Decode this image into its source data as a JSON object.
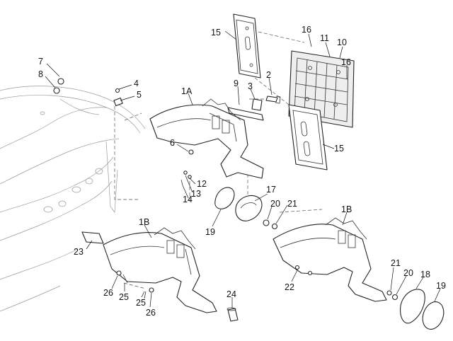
{
  "diagram": {
    "callouts": [
      {
        "id": "c-15-top",
        "label": "15"
      },
      {
        "id": "c-16-top",
        "label": "16"
      },
      {
        "id": "c-11",
        "label": "11"
      },
      {
        "id": "c-10",
        "label": "10"
      },
      {
        "id": "c-16-right",
        "label": "16"
      },
      {
        "id": "c-7",
        "label": "7"
      },
      {
        "id": "c-8",
        "label": "8"
      },
      {
        "id": "c-4",
        "label": "4"
      },
      {
        "id": "c-5",
        "label": "5"
      },
      {
        "id": "c-1a",
        "label": "1A"
      },
      {
        "id": "c-9",
        "label": "9"
      },
      {
        "id": "c-3",
        "label": "3"
      },
      {
        "id": "c-2",
        "label": "2"
      },
      {
        "id": "c-6",
        "label": "6"
      },
      {
        "id": "c-15-bottom",
        "label": "15"
      },
      {
        "id": "c-12",
        "label": "12"
      },
      {
        "id": "c-13",
        "label": "13"
      },
      {
        "id": "c-14",
        "label": "14"
      },
      {
        "id": "c-17",
        "label": "17"
      },
      {
        "id": "c-20-mid",
        "label": "20"
      },
      {
        "id": "c-21-mid",
        "label": "21"
      },
      {
        "id": "c-19-left",
        "label": "19"
      },
      {
        "id": "c-1b-left",
        "label": "1B"
      },
      {
        "id": "c-1b-right",
        "label": "1B"
      },
      {
        "id": "c-23",
        "label": "23"
      },
      {
        "id": "c-26-left",
        "label": "26"
      },
      {
        "id": "c-25-left",
        "label": "25"
      },
      {
        "id": "c-25-mid",
        "label": "25"
      },
      {
        "id": "c-26-mid",
        "label": "26"
      },
      {
        "id": "c-24",
        "label": "24"
      },
      {
        "id": "c-22",
        "label": "22"
      },
      {
        "id": "c-21-right",
        "label": "21"
      },
      {
        "id": "c-20-right",
        "label": "20"
      },
      {
        "id": "c-18",
        "label": "18"
      },
      {
        "id": "c-19-right",
        "label": "19"
      }
    ]
  }
}
